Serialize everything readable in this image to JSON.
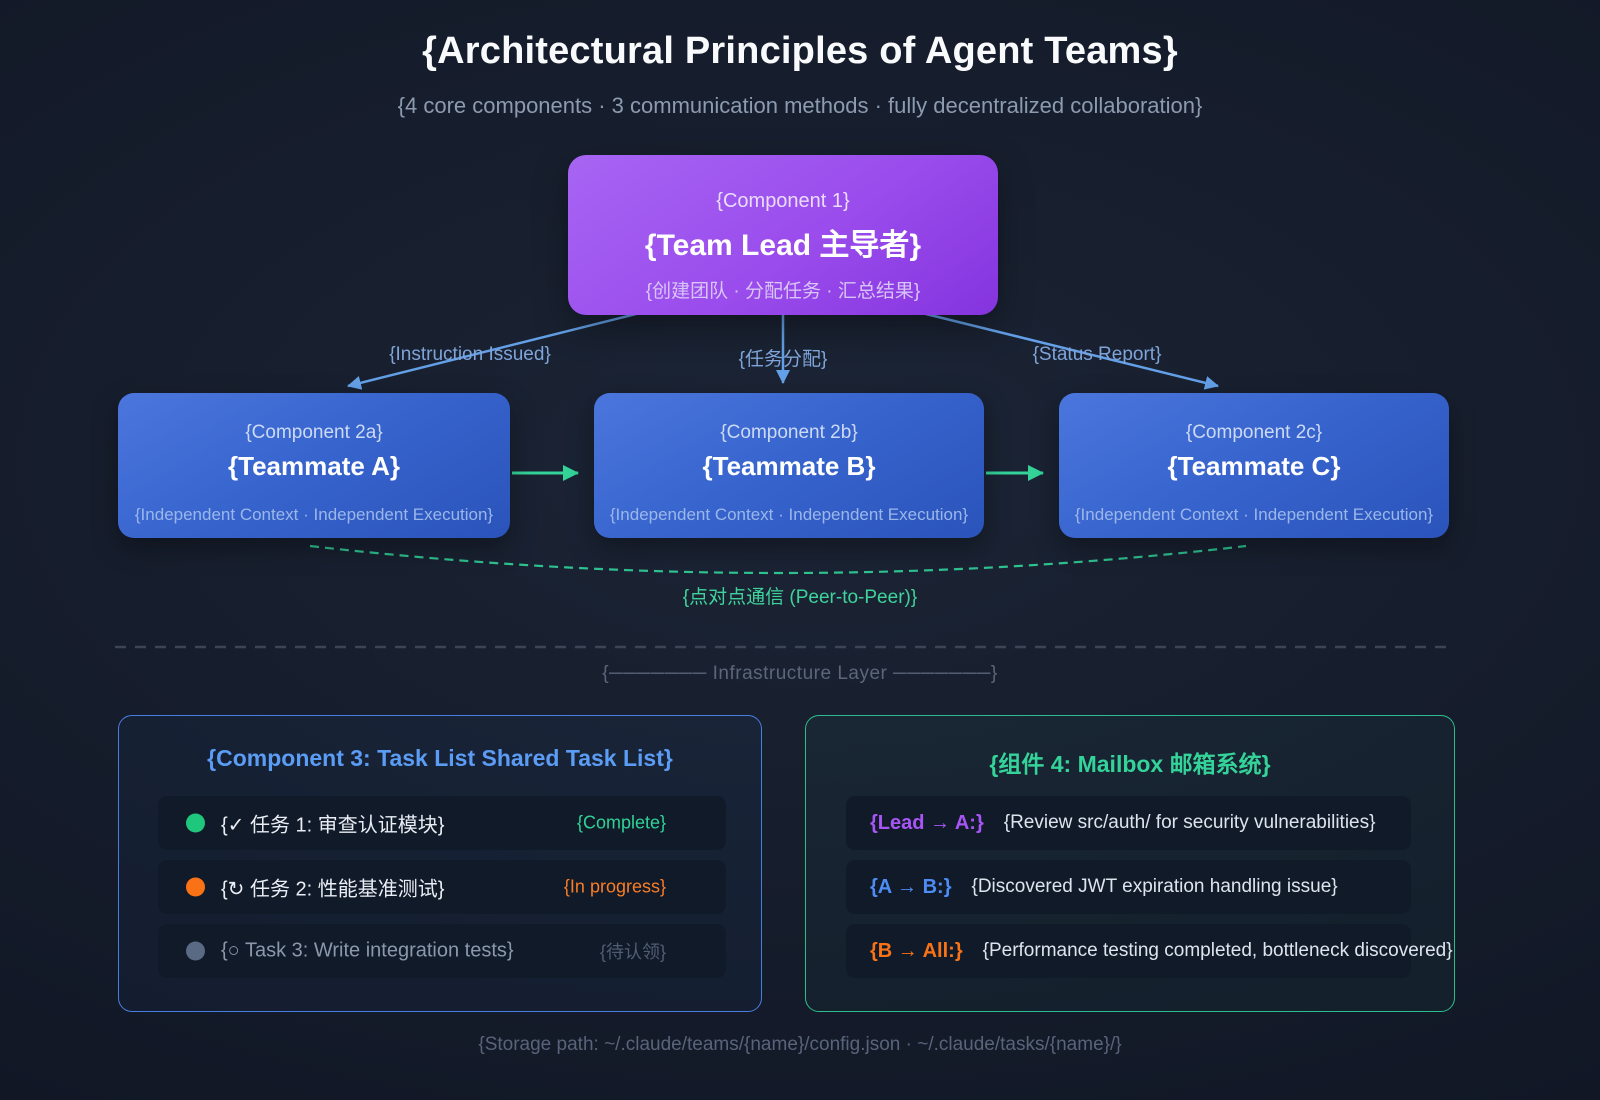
{
  "header": {
    "title": "{Architectural Principles of Agent Teams}",
    "subtitle": "{4 core components · 3 communication methods · fully decentralized collaboration}"
  },
  "lead_box": {
    "component": "{Component 1}",
    "name": "{Team Lead 主导者}",
    "desc": "{创建团队 · 分配任务 · 汇总结果}"
  },
  "edge_labels": {
    "left": "{Instruction Issued}",
    "middle": "{任务分配}",
    "right": "{Status Report}"
  },
  "teammates": [
    {
      "component": "{Component 2a}",
      "name": "{Teammate A}",
      "desc": "{Independent Context · Independent Execution}"
    },
    {
      "component": "{Component 2b}",
      "name": "{Teammate B}",
      "desc": "{Independent Context · Independent Execution}"
    },
    {
      "component": "{Component 2c}",
      "name": "{Teammate C}",
      "desc": "{Independent Context · Independent Execution}"
    }
  ],
  "peer_link": {
    "label": "{点对点通信 (Peer-to-Peer)}"
  },
  "infrastructure_divider": {
    "label": "{─────── Infrastructure Layer ───────}"
  },
  "task_panel": {
    "title": "{Component 3: Task List Shared Task List}",
    "tasks": [
      {
        "text": "{✓ 任务 1: 审查认证模块}",
        "status": "{Complete}",
        "dot_color": "#1fc77d",
        "text_color": "#e9eef5",
        "status_color": "#2fd396"
      },
      {
        "text": "{↻ 任务 2: 性能基准测试}",
        "status": "{In progress}",
        "dot_color": "#f97316",
        "text_color": "#e9eef5",
        "status_color": "#f97d25"
      },
      {
        "text": "{○ Task 3: Write integration tests}",
        "status": "{待认领}",
        "dot_color": "#5a6984",
        "text_color": "#8b98ac",
        "status_color": "#515d73"
      }
    ]
  },
  "mailbox_panel": {
    "title": "{组件 4: Mailbox 邮箱系统}",
    "mails": [
      {
        "sender": "{Lead → A:}",
        "message": "{Review src/auth/ for security vulnerabilities}",
        "sender_color": "#a855f7"
      },
      {
        "sender": "{A → B:}",
        "message": "{Discovered JWT expiration handling issue}",
        "sender_color": "#4e8cf5"
      },
      {
        "sender": "{B → All:}",
        "message": "{Performance testing completed, bottleneck discovered}",
        "sender_color": "#f97316"
      }
    ]
  },
  "footer": {
    "storage_path": "{Storage path: ~/.claude/teams/{name}/config.json · ~/.claude/tasks/{name}/}"
  },
  "colors": {
    "arrow_blue": "#64a0e8",
    "arrow_green": "#34d399",
    "peer_dash_green": "#2fc28f",
    "divider_gray": "#3b4556",
    "lead_purple": "#9a4cec",
    "teammate_blue": "#3763cd",
    "task_border_blue": "#4a7de0",
    "mail_border_green": "#2dbd8d"
  }
}
